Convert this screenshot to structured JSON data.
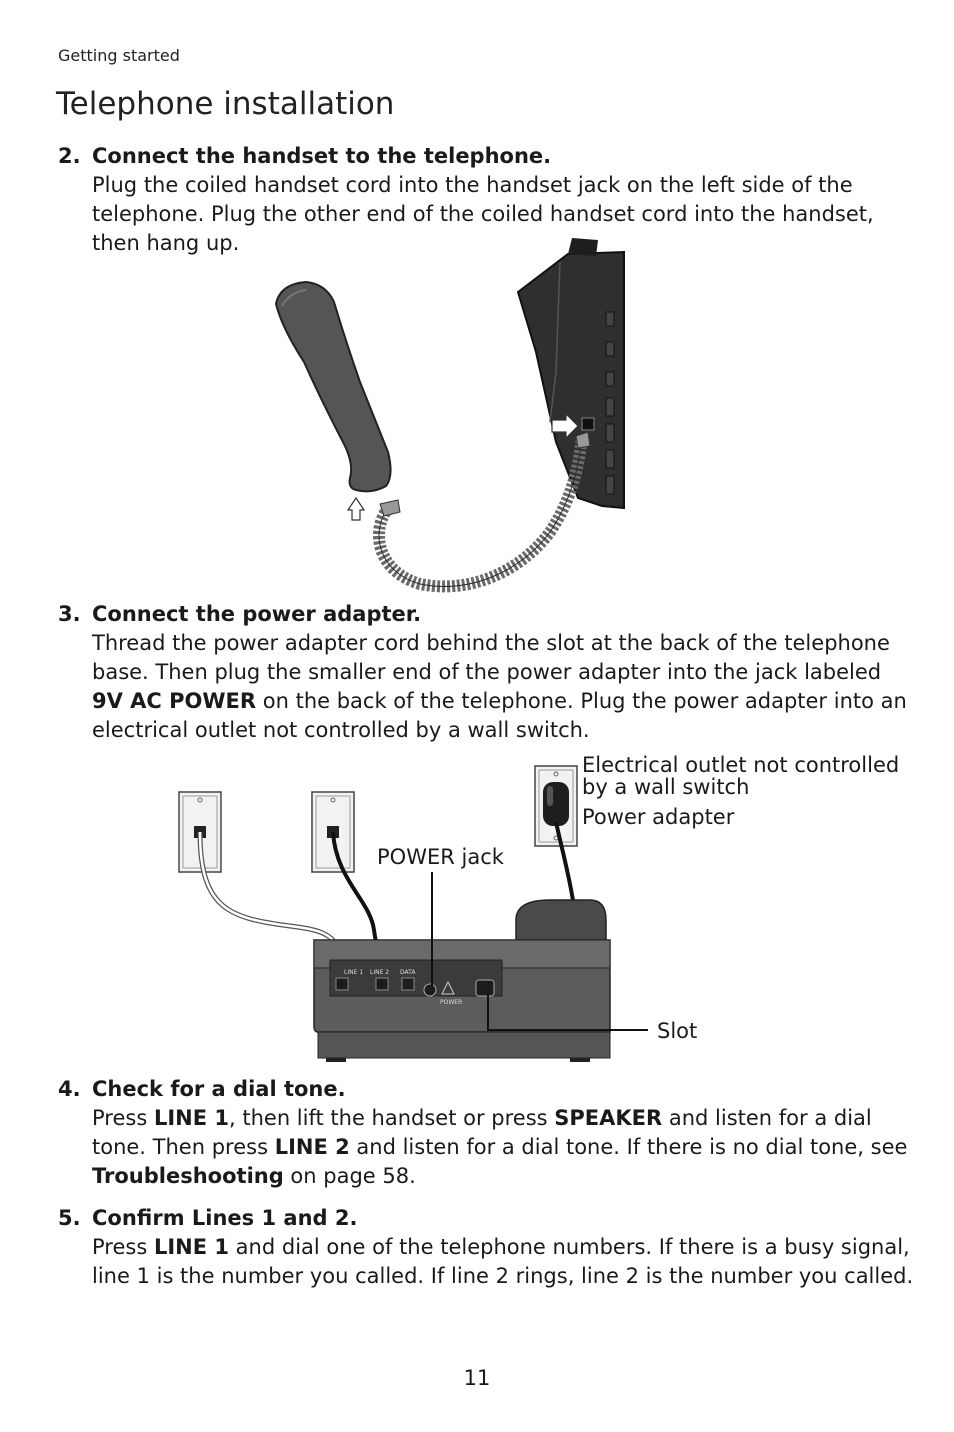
{
  "header": {
    "section": "Getting started",
    "title": "Telephone installation"
  },
  "steps": [
    {
      "num": "2.",
      "heading": "Connect the handset to the telephone.",
      "body": [
        {
          "t": "Plug the coiled handset cord into the handset jack on the left side of the telephone. Plug the other end of the coiled handset cord into the handset, then hang up."
        }
      ]
    },
    {
      "num": "3.",
      "heading": "Connect the power adapter.",
      "body": [
        {
          "t": "Thread the power adapter cord behind the slot at the back of the telephone base. Then plug the smaller end of the power adapter into the jack labeled "
        },
        {
          "t": "9V AC POWER",
          "b": true
        },
        {
          "t": " on the back of the telephone. Plug the power adapter into an electrical outlet not controlled by a wall switch."
        }
      ]
    },
    {
      "num": "4.",
      "heading": "Check for a dial tone.",
      "body": [
        {
          "t": "Press "
        },
        {
          "t": "LINE 1",
          "b": true
        },
        {
          "t": ", then lift the handset or press "
        },
        {
          "t": "SPEAKER",
          "b": true
        },
        {
          "t": " and listen for a dial tone. Then press "
        },
        {
          "t": "LINE 2",
          "b": true
        },
        {
          "t": " and listen for a dial tone. If there is no dial tone, see "
        },
        {
          "t": "Troubleshooting",
          "b": true
        },
        {
          "t": " on page 58."
        }
      ]
    },
    {
      "num": "5.",
      "heading": "Confirm Lines 1 and 2.",
      "body": [
        {
          "t": "Press "
        },
        {
          "t": "LINE 1",
          "b": true
        },
        {
          "t": " and dial one of the telephone numbers. If there is a busy signal, line 1 is the number you called. If line 2 rings, line 2 is the number you called."
        }
      ]
    }
  ],
  "figure2": {
    "callouts": {
      "outlet_line1": "Electrical outlet not controlled",
      "outlet_line2": "by a wall switch",
      "power_adapter": "Power adapter",
      "power_jack": "POWER jack",
      "slot": "Slot"
    },
    "jack_labels": {
      "line1": "LINE 1",
      "line2": "LINE 2",
      "data": "DATA",
      "power": "POWER"
    }
  },
  "footer": {
    "page_number": "11"
  }
}
